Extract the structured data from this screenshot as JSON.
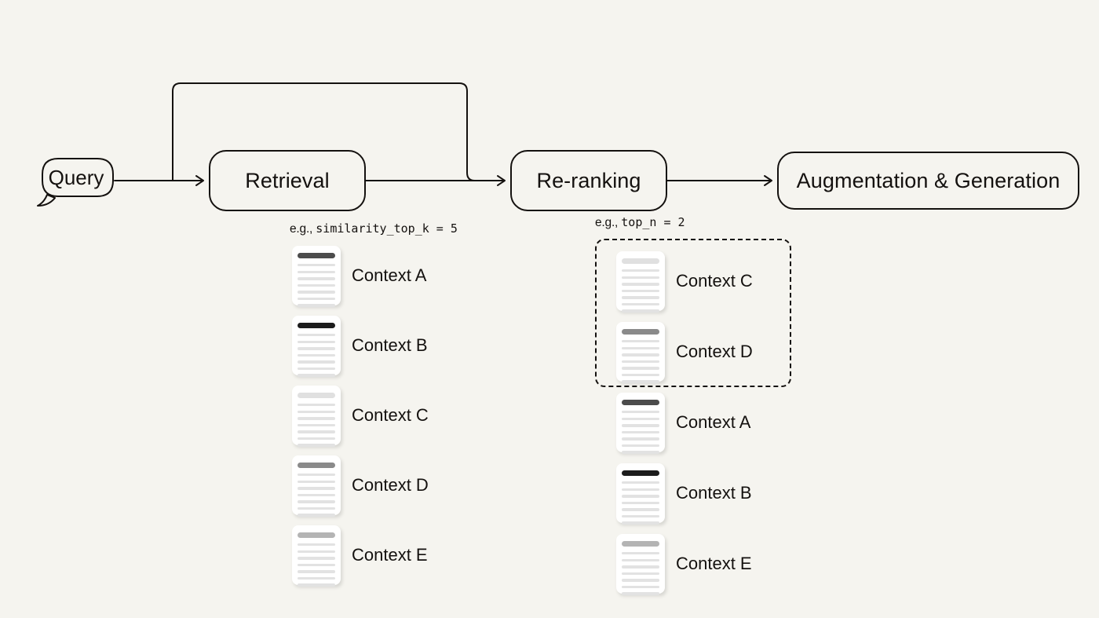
{
  "theme": {
    "background": "#f5f4ef",
    "stroke": "#14110f",
    "doc_paper": "#ffffff",
    "doc_line": "#e2e2e2"
  },
  "flow": {
    "query": {
      "label": "Query",
      "shape": "speech-bubble"
    },
    "stages": [
      {
        "id": "retrieval",
        "label": "Retrieval"
      },
      {
        "id": "re-ranking",
        "label": "Re-ranking"
      },
      {
        "id": "augmentation-generation",
        "label": "Augmentation & Generation"
      }
    ],
    "captions": [
      {
        "id": "retrieval-param",
        "prefix": "e.g., ",
        "code": "similarity_top_k = 5"
      },
      {
        "id": "rerank-param",
        "prefix": "e.g., ",
        "code": "top_n = 2"
      }
    ],
    "feedback_loop": {
      "from": "query-line",
      "to": "re-ranking-input",
      "description": "query bypass routed over Retrieval into Re-ranking"
    }
  },
  "retrieved_contexts": {
    "heading_ref": "retrieval-param",
    "count": 5,
    "items": [
      {
        "label": "Context A",
        "bar_color": "#4c4c4c"
      },
      {
        "label": "Context B",
        "bar_color": "#1c1c1c"
      },
      {
        "label": "Context C",
        "bar_color": "#e0e0e0"
      },
      {
        "label": "Context D",
        "bar_color": "#8a8a8a"
      },
      {
        "label": "Context E",
        "bar_color": "#b4b4b4"
      }
    ]
  },
  "reranked_contexts": {
    "heading_ref": "rerank-param",
    "count": 5,
    "selected_count": 2,
    "items": [
      {
        "label": "Context C",
        "bar_color": "#e0e0e0",
        "selected": true
      },
      {
        "label": "Context D",
        "bar_color": "#8a8a8a",
        "selected": true
      },
      {
        "label": "Context A",
        "bar_color": "#4c4c4c",
        "selected": false
      },
      {
        "label": "Context B",
        "bar_color": "#1c1c1c",
        "selected": false
      },
      {
        "label": "Context E",
        "bar_color": "#b4b4b4",
        "selected": false
      }
    ]
  },
  "selection_region": {
    "style": "dashed-rounded-rectangle",
    "encloses": [
      "Context C",
      "Context D"
    ]
  }
}
